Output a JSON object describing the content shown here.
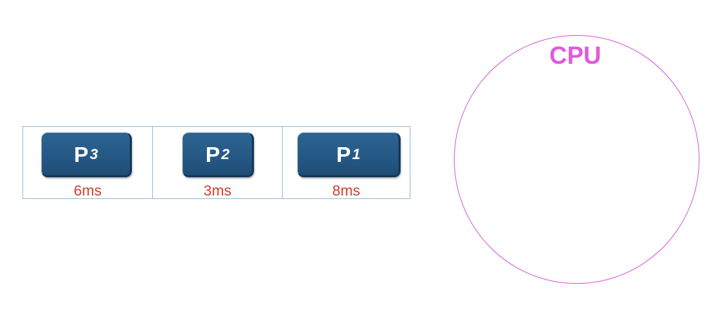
{
  "ready_queue": {
    "processes": [
      {
        "letter": "P",
        "index": "3",
        "burst": "6ms"
      },
      {
        "letter": "P",
        "index": "2",
        "burst": "3ms"
      },
      {
        "letter": "P",
        "index": "1",
        "burst": "8ms"
      }
    ]
  },
  "cpu": {
    "label": "CPU"
  },
  "colors": {
    "process_box": "#265a86",
    "burst_text": "#c8432e",
    "cpu_outline": "#d35ad8",
    "cpu_label": "#e159dd",
    "queue_border": "#9dbbd8"
  }
}
